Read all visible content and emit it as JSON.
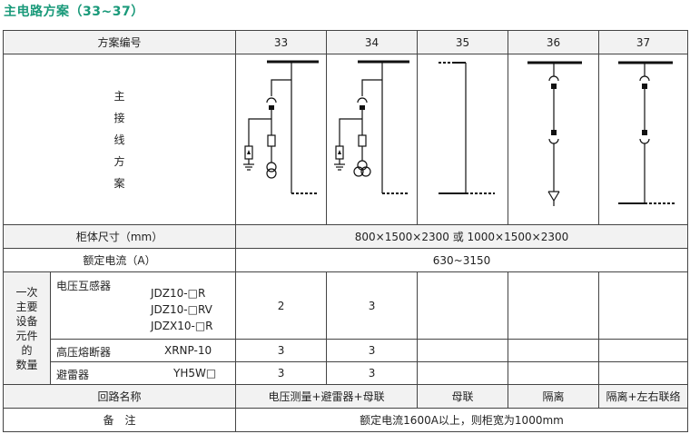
{
  "title": "主电路方案（33~37）",
  "header": {
    "label": "方案编号",
    "schemes": [
      "33",
      "34",
      "35",
      "36",
      "37"
    ]
  },
  "diagram_label_chars": [
    "主",
    "接",
    "线",
    "方",
    "案"
  ],
  "cabinet_size": {
    "label": "柜体尺寸（mm）",
    "value": "800×1500×2300 或 1000×1500×2300"
  },
  "rated_current": {
    "label": "额定电流（A）",
    "value": "630~3150"
  },
  "equipment": {
    "group_label_chars": [
      "一次",
      "主要",
      "设备",
      "元件",
      "的",
      "数量"
    ],
    "items": [
      {
        "name": "电压互感器",
        "models": [
          "JDZ10-□R",
          "JDZ10-□RV",
          "JDZX10-□R"
        ],
        "counts": [
          "2",
          "3",
          "",
          "",
          ""
        ]
      },
      {
        "name": "高压熔断器",
        "models": [
          "XRNP-10"
        ],
        "counts": [
          "3",
          "3",
          "",
          "",
          ""
        ]
      },
      {
        "name": "避雷器",
        "models": [
          "YH5W□"
        ],
        "counts": [
          "3",
          "3",
          "",
          "",
          ""
        ]
      }
    ]
  },
  "circuit_name": {
    "label": "回路名称",
    "values": [
      "电压测量+避雷器+母联",
      "母联",
      "隔离",
      "隔离+左右联络"
    ]
  },
  "remarks": {
    "label": "备　注",
    "value": "额定电流1600A以上，则柜宽为1000mm"
  },
  "colors": {
    "title": "#1a9a7a",
    "shade": "#f2f2f2",
    "border": "#444444"
  }
}
